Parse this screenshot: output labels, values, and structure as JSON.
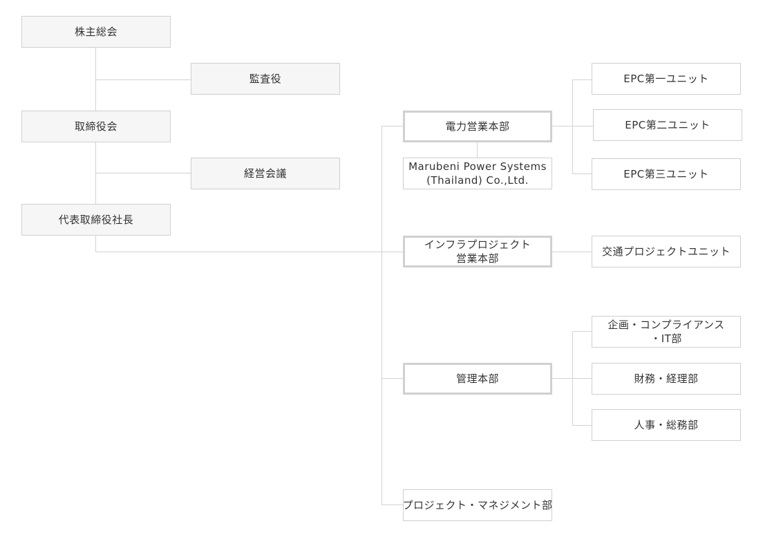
{
  "left": {
    "shareholders": "株主総会",
    "auditor": "監査役",
    "board": "取締役会",
    "management_meeting": "経営会議",
    "president": "代表取締役社長"
  },
  "power_sales": {
    "title": "電力営業本部",
    "subsidiary_line1": "Marubeni Power Systems",
    "subsidiary_line2": "(Thailand) Co.,Ltd.",
    "units": [
      "EPC第一ユニット",
      "EPC第二ユニット",
      "EPC第三ユニット"
    ]
  },
  "infra": {
    "title_line1": "インフラプロジェクト",
    "title_line2": "営業本部",
    "unit": "交通プロジェクトユニット"
  },
  "admin": {
    "title": "管理本部",
    "dept_planning_line1": "企画・コンプライアンス",
    "dept_planning_line2": "・IT部",
    "dept_finance": "財務・経理部",
    "dept_hr": "人事・総務部"
  },
  "project_management": "プロジェクト・マネジメント部"
}
